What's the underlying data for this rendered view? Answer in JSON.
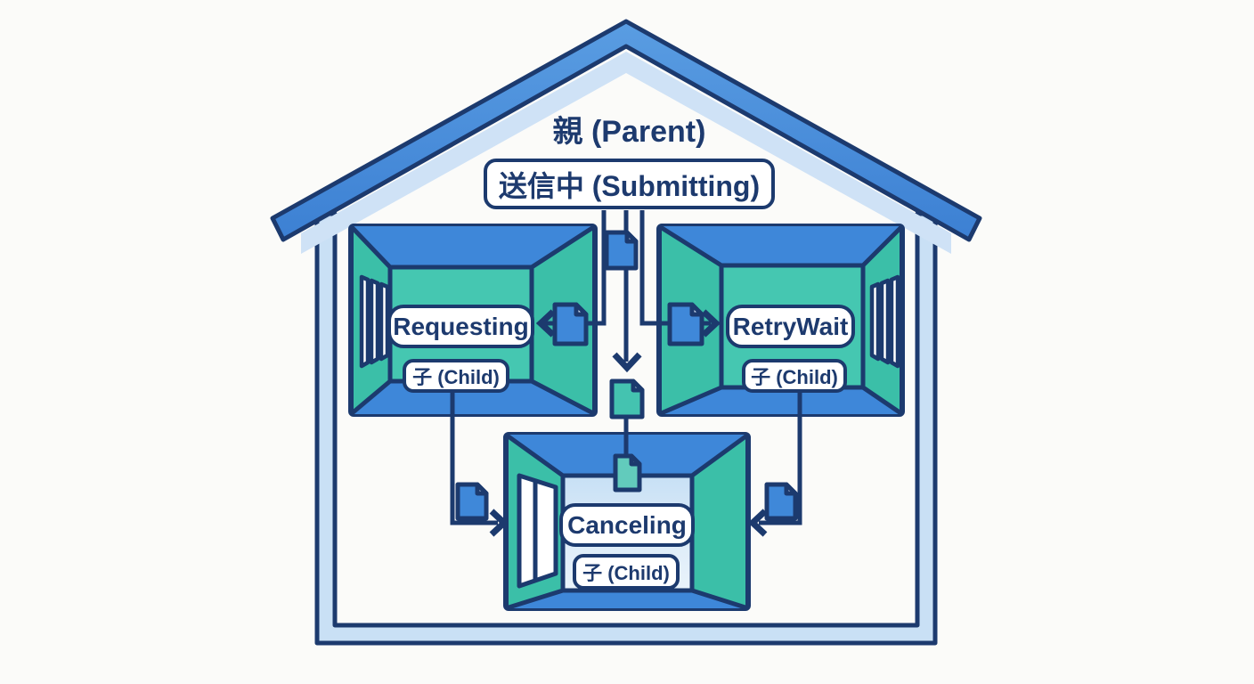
{
  "diagram": {
    "title_parent": "親 (Parent)",
    "parent_state": "送信中 (Submitting)",
    "rooms": [
      {
        "name": "requesting",
        "state": "Requesting",
        "child": "子 (Child)"
      },
      {
        "name": "retrywait",
        "state": "RetryWait",
        "child": "子 (Child)"
      },
      {
        "name": "canceling",
        "state": "Canceling",
        "child": "子 (Child)"
      }
    ],
    "icons": {
      "documents": [
        "document-icon-top-center",
        "document-icon-to-requesting",
        "document-icon-to-retrywait",
        "document-icon-center",
        "document-icon-canceling-ceiling",
        "document-icon-from-requesting-child",
        "document-icon-from-retrywait-child"
      ],
      "windows": [
        "blinds-window-icon-left-room",
        "blinds-window-icon-right-room",
        "pane-window-icon-center-room"
      ]
    },
    "colors": {
      "outline_navy": "#1c3a6e",
      "blue": "#3f88d9",
      "teal": "#3fc3ac",
      "teal_light": "#62cbbc",
      "pale_blue": "#c9e0f5",
      "back_wall_light": "#dcebf8",
      "label_bg": "#ffffff",
      "background": "#fbfbf9",
      "text": "#1d3a6e"
    }
  }
}
